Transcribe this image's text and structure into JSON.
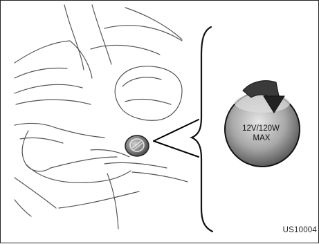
{
  "illustration": {
    "socket_cap_line1": "12V/120W",
    "socket_cap_line2": "MAX",
    "figure_code": "US10004"
  },
  "icons": {
    "cap_arrow": "rotate-arrow-icon",
    "socket": "power-outlet-icon"
  }
}
